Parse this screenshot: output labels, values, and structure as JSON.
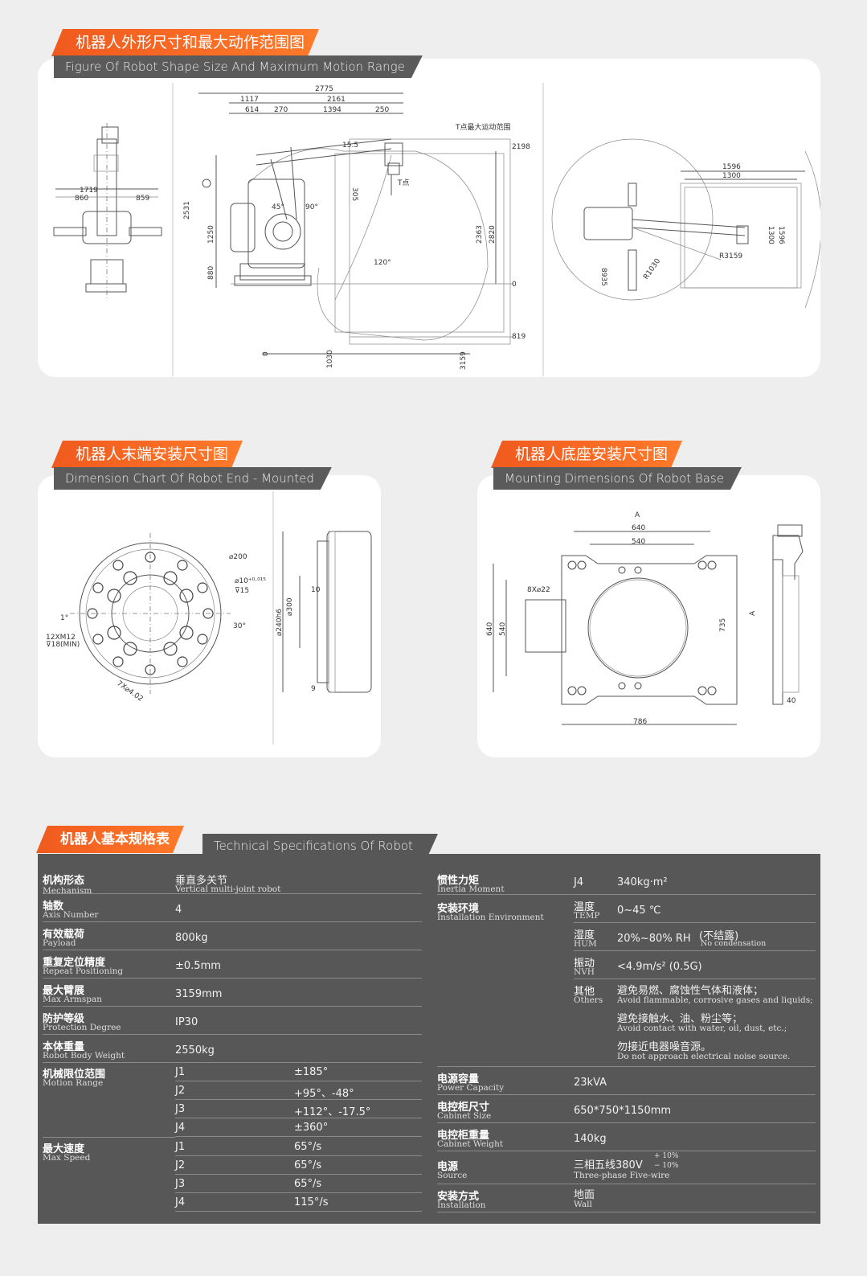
{
  "section1": {
    "title_cn": "机器人外形尺寸和最大动作范围图",
    "title_en": "Figure Of Robot Shape Size And Maximum Motion Range",
    "side": {
      "d1": "1719",
      "d2": "860",
      "d3": "859"
    },
    "main": {
      "d_top": "2775",
      "d_1117": "1117",
      "d_2161": "2161",
      "d_614": "614",
      "d_270": "270",
      "d_1394": "1394",
      "d_250": "250",
      "d_155": "15.5",
      "d_305": "305",
      "d_2531": "2531",
      "d_1250": "1250",
      "d_880": "880",
      "d_45": "45°",
      "d_90": "90°",
      "d_120": "120°",
      "t_label": "T点最大运动范围",
      "t_point": "T点",
      "d_2198": "2198",
      "d_2363": "2363",
      "d_2820": "2820",
      "d_0r": "0",
      "d_819": "819",
      "d_0b": "0",
      "d_1030": "1030",
      "d_3159": "3159"
    },
    "top": {
      "d_1596": "1596",
      "d_1300": "1300",
      "d_1300v": "1300",
      "d_1596v": "1596",
      "r3159": "R3159",
      "r1030": "R1030",
      "d_8935": "8935"
    }
  },
  "section2": {
    "title_cn": "机器人末端安装尺寸图",
    "title_en": "Dimension Chart Of Robot End - Mounted",
    "labels": {
      "d200": "⌀200",
      "d10": "⌀10⁺⁰·⁰¹⁵",
      "d15": "⊽15",
      "d1": "1°",
      "m12": "12XM12",
      "d18": "⊽18(MIN)",
      "d30": "30°",
      "d402": "7X⌀4.02",
      "d240": "⌀240h6",
      "d300": "⌀300",
      "d10b": "10",
      "d9": "9"
    }
  },
  "section3": {
    "title_cn": "机器人底座安装尺寸图",
    "title_en": "Mounting Dimensions Of Robot Base",
    "labels": {
      "A": "A",
      "d640": "640",
      "d540": "540",
      "d8x22": "8X⌀22",
      "d640v": "640",
      "d540v": "540",
      "d735": "735",
      "d786": "786",
      "d40": "40",
      "aa": "A"
    }
  },
  "specs": {
    "title_cn": "机器人基本规格表",
    "title_en": "Technical Specifications Of Robot",
    "left": [
      {
        "cn": "机构形态",
        "en": "Mechanism",
        "v_cn": "垂直多关节",
        "v_en": "Vertical multi-joint robot"
      },
      {
        "cn": "轴数",
        "en": "Axis Number",
        "value": "4"
      },
      {
        "cn": "有效载荷",
        "en": "Payload",
        "value": "800kg"
      },
      {
        "cn": "重复定位精度",
        "en": "Repeat Positioning",
        "value": "±0.5mm"
      },
      {
        "cn": "最大臂展",
        "en": "Max Armspan",
        "value": "3159mm"
      },
      {
        "cn": "防护等级",
        "en": "Protection Degree",
        "value": "IP30"
      },
      {
        "cn": "本体重量",
        "en": "Robot Body Weight",
        "value": "2550kg"
      }
    ],
    "motion": {
      "cn": "机械限位范围",
      "en": "Motion Range",
      "rows": [
        {
          "j": "J1",
          "v": "±185°"
        },
        {
          "j": "J2",
          "v": "+95°、-48°"
        },
        {
          "j": "J3",
          "v": "+112°、-17.5°"
        },
        {
          "j": "J4",
          "v": "±360°"
        }
      ]
    },
    "speed": {
      "cn": "最大速度",
      "en": "Max Speed",
      "rows": [
        {
          "j": "J1",
          "v": "65°/s"
        },
        {
          "j": "J2",
          "v": "65°/s"
        },
        {
          "j": "J3",
          "v": "65°/s"
        },
        {
          "j": "J4",
          "v": "115°/s"
        }
      ]
    },
    "inertia": {
      "cn": "惯性力矩",
      "en": "Inertia Moment",
      "j": "J4",
      "value": "340kg·m²"
    },
    "env": {
      "cn": "安装环境",
      "en": "Installation Environment",
      "temp_cn": "温度",
      "temp_en": "TEMP",
      "temp_v": "0~45 ℃",
      "hum_cn": "湿度",
      "hum_en": "HUM",
      "hum_v": "20%~80% RH",
      "hum_note_cn": "(不结露)",
      "hum_note_en": "No condensation",
      "nvh_cn": "振动",
      "nvh_en": "NVH",
      "nvh_v": "<4.9m/s² (0.5G)",
      "oth_cn": "其他",
      "oth_en": "Others",
      "oth1_cn": "避免易燃、腐蚀性气体和液体；",
      "oth1_en": "Avoid flammable, corrosive gases and liquids;",
      "oth2_cn": "避免接触水、油、粉尘等；",
      "oth2_en": "Avoid contact with water, oil, dust, etc.;",
      "oth3_cn": "勿接近电器噪音源。",
      "oth3_en": "Do not approach electrical noise source."
    },
    "right": [
      {
        "cn": "电源容量",
        "en": "Power Capacity",
        "value": "23kVA"
      },
      {
        "cn": "电控柜尺寸",
        "en": "Cabinet Size",
        "value": "650*750*1150mm"
      },
      {
        "cn": "电控柜重量",
        "en": "Cabinet Weight",
        "value": "140kg"
      }
    ],
    "source": {
      "cn": "电源",
      "en": "Source",
      "v": "三相五线380V",
      "tol_p": "+ 10%",
      "tol_m": "− 10%",
      "v_en": "Three-phase Five-wire"
    },
    "install": {
      "cn": "安装方式",
      "en": "Installation",
      "v_cn": "地面",
      "v_en": "Wall"
    }
  }
}
